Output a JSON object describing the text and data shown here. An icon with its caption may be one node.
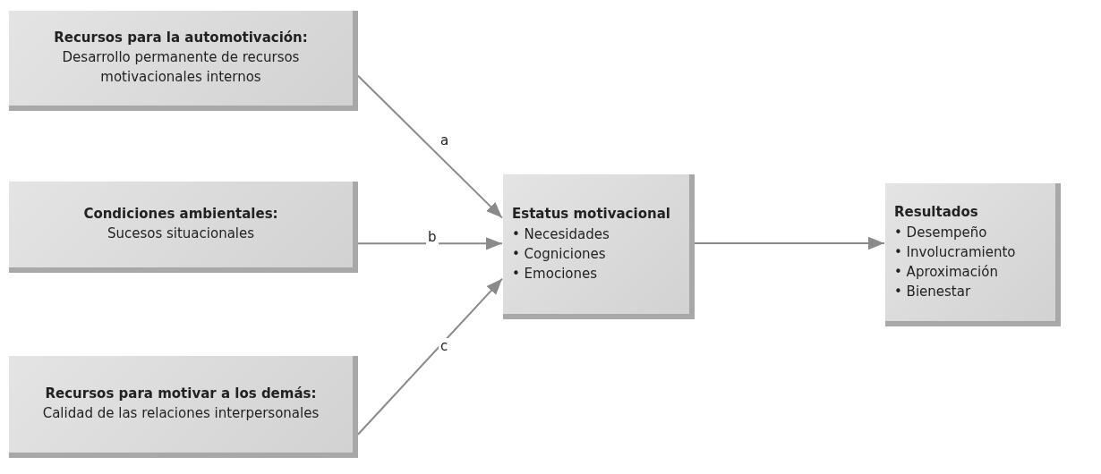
{
  "diagram": {
    "nodes": [
      {
        "text": [
          "Recursos para la automotivación:",
          "Desarrollo permanente de recursos motivacionales internos"
        ]
      },
      {
        "text": [
          "Condiciones ambientales:",
          "Sucesos situacionales"
        ]
      },
      {
        "text": [
          "Recursos para motivar a los demás:",
          "Calidad de las relaciones interpersonales"
        ]
      },
      {
        "text": [
          "Estatus motivacional",
          "• Necesidades",
          "• Cogniciones",
          "• Emociones"
        ]
      },
      {
        "text": [
          "Resultados",
          "• Desempeño",
          "• Involucramiento",
          "• Aproximación",
          "• Bienestar"
        ]
      }
    ],
    "edges": [
      {
        "from": 0,
        "to": 3,
        "arrow": "to",
        "label": "a"
      },
      {
        "from": 1,
        "to": 3,
        "arrow": "to",
        "label": "b"
      },
      {
        "from": 2,
        "to": 3,
        "arrow": "to",
        "label": "c"
      },
      {
        "from": 3,
        "to": 4,
        "arrow": "to"
      }
    ]
  }
}
